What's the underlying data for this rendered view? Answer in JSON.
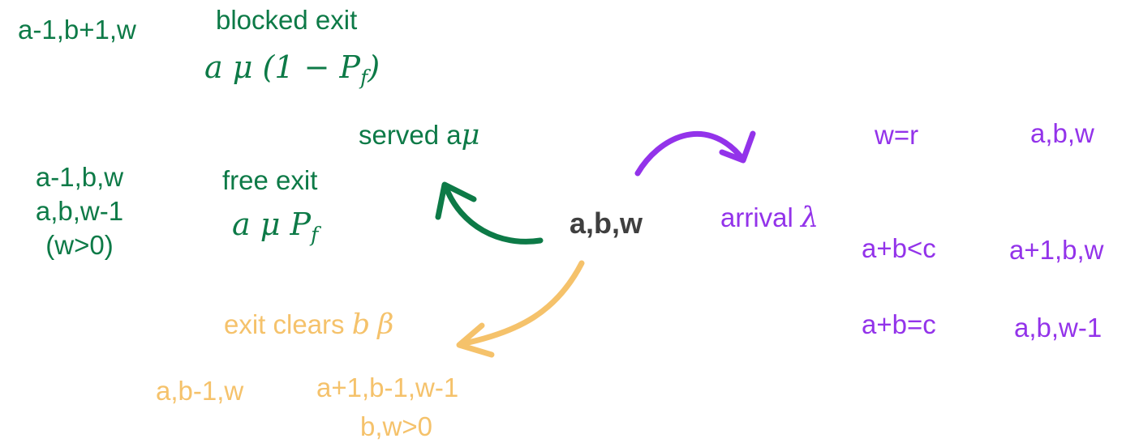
{
  "colors": {
    "green": "#0d7a47",
    "purple": "#9333ea",
    "yellow": "#f5c26b",
    "center": "#3f3f3f"
  },
  "center_state": "a,b,w",
  "served": {
    "label": "served a",
    "symbol": "μ"
  },
  "blocked": {
    "state": "a-1,b+1,w",
    "label": "blocked exit",
    "formula": {
      "a": "a",
      "mu": "μ",
      "open": "(1 − ",
      "p": "P",
      "sub": "f",
      "close": ")"
    }
  },
  "free": {
    "states": [
      "a-1,b,w",
      "a,b,w-1",
      "(w>0)"
    ],
    "label": "free exit",
    "formula": {
      "a": "a",
      "mu": "μ",
      "p": "P",
      "sub": "f"
    }
  },
  "arrival": {
    "label": "arrival ",
    "symbol": "λ",
    "cases": [
      {
        "cond": "w=r",
        "result": "a,b,w"
      },
      {
        "cond": "a+b<c",
        "result": "a+1,b,w"
      },
      {
        "cond": "a+b=c",
        "result": "a,b,w-1"
      }
    ]
  },
  "exit_clears": {
    "label": "exit clears ",
    "b": "b",
    "beta": "β",
    "outcomes": [
      "a,b-1,w",
      "a+1,b-1,w-1"
    ],
    "condition": "b,w>0"
  }
}
